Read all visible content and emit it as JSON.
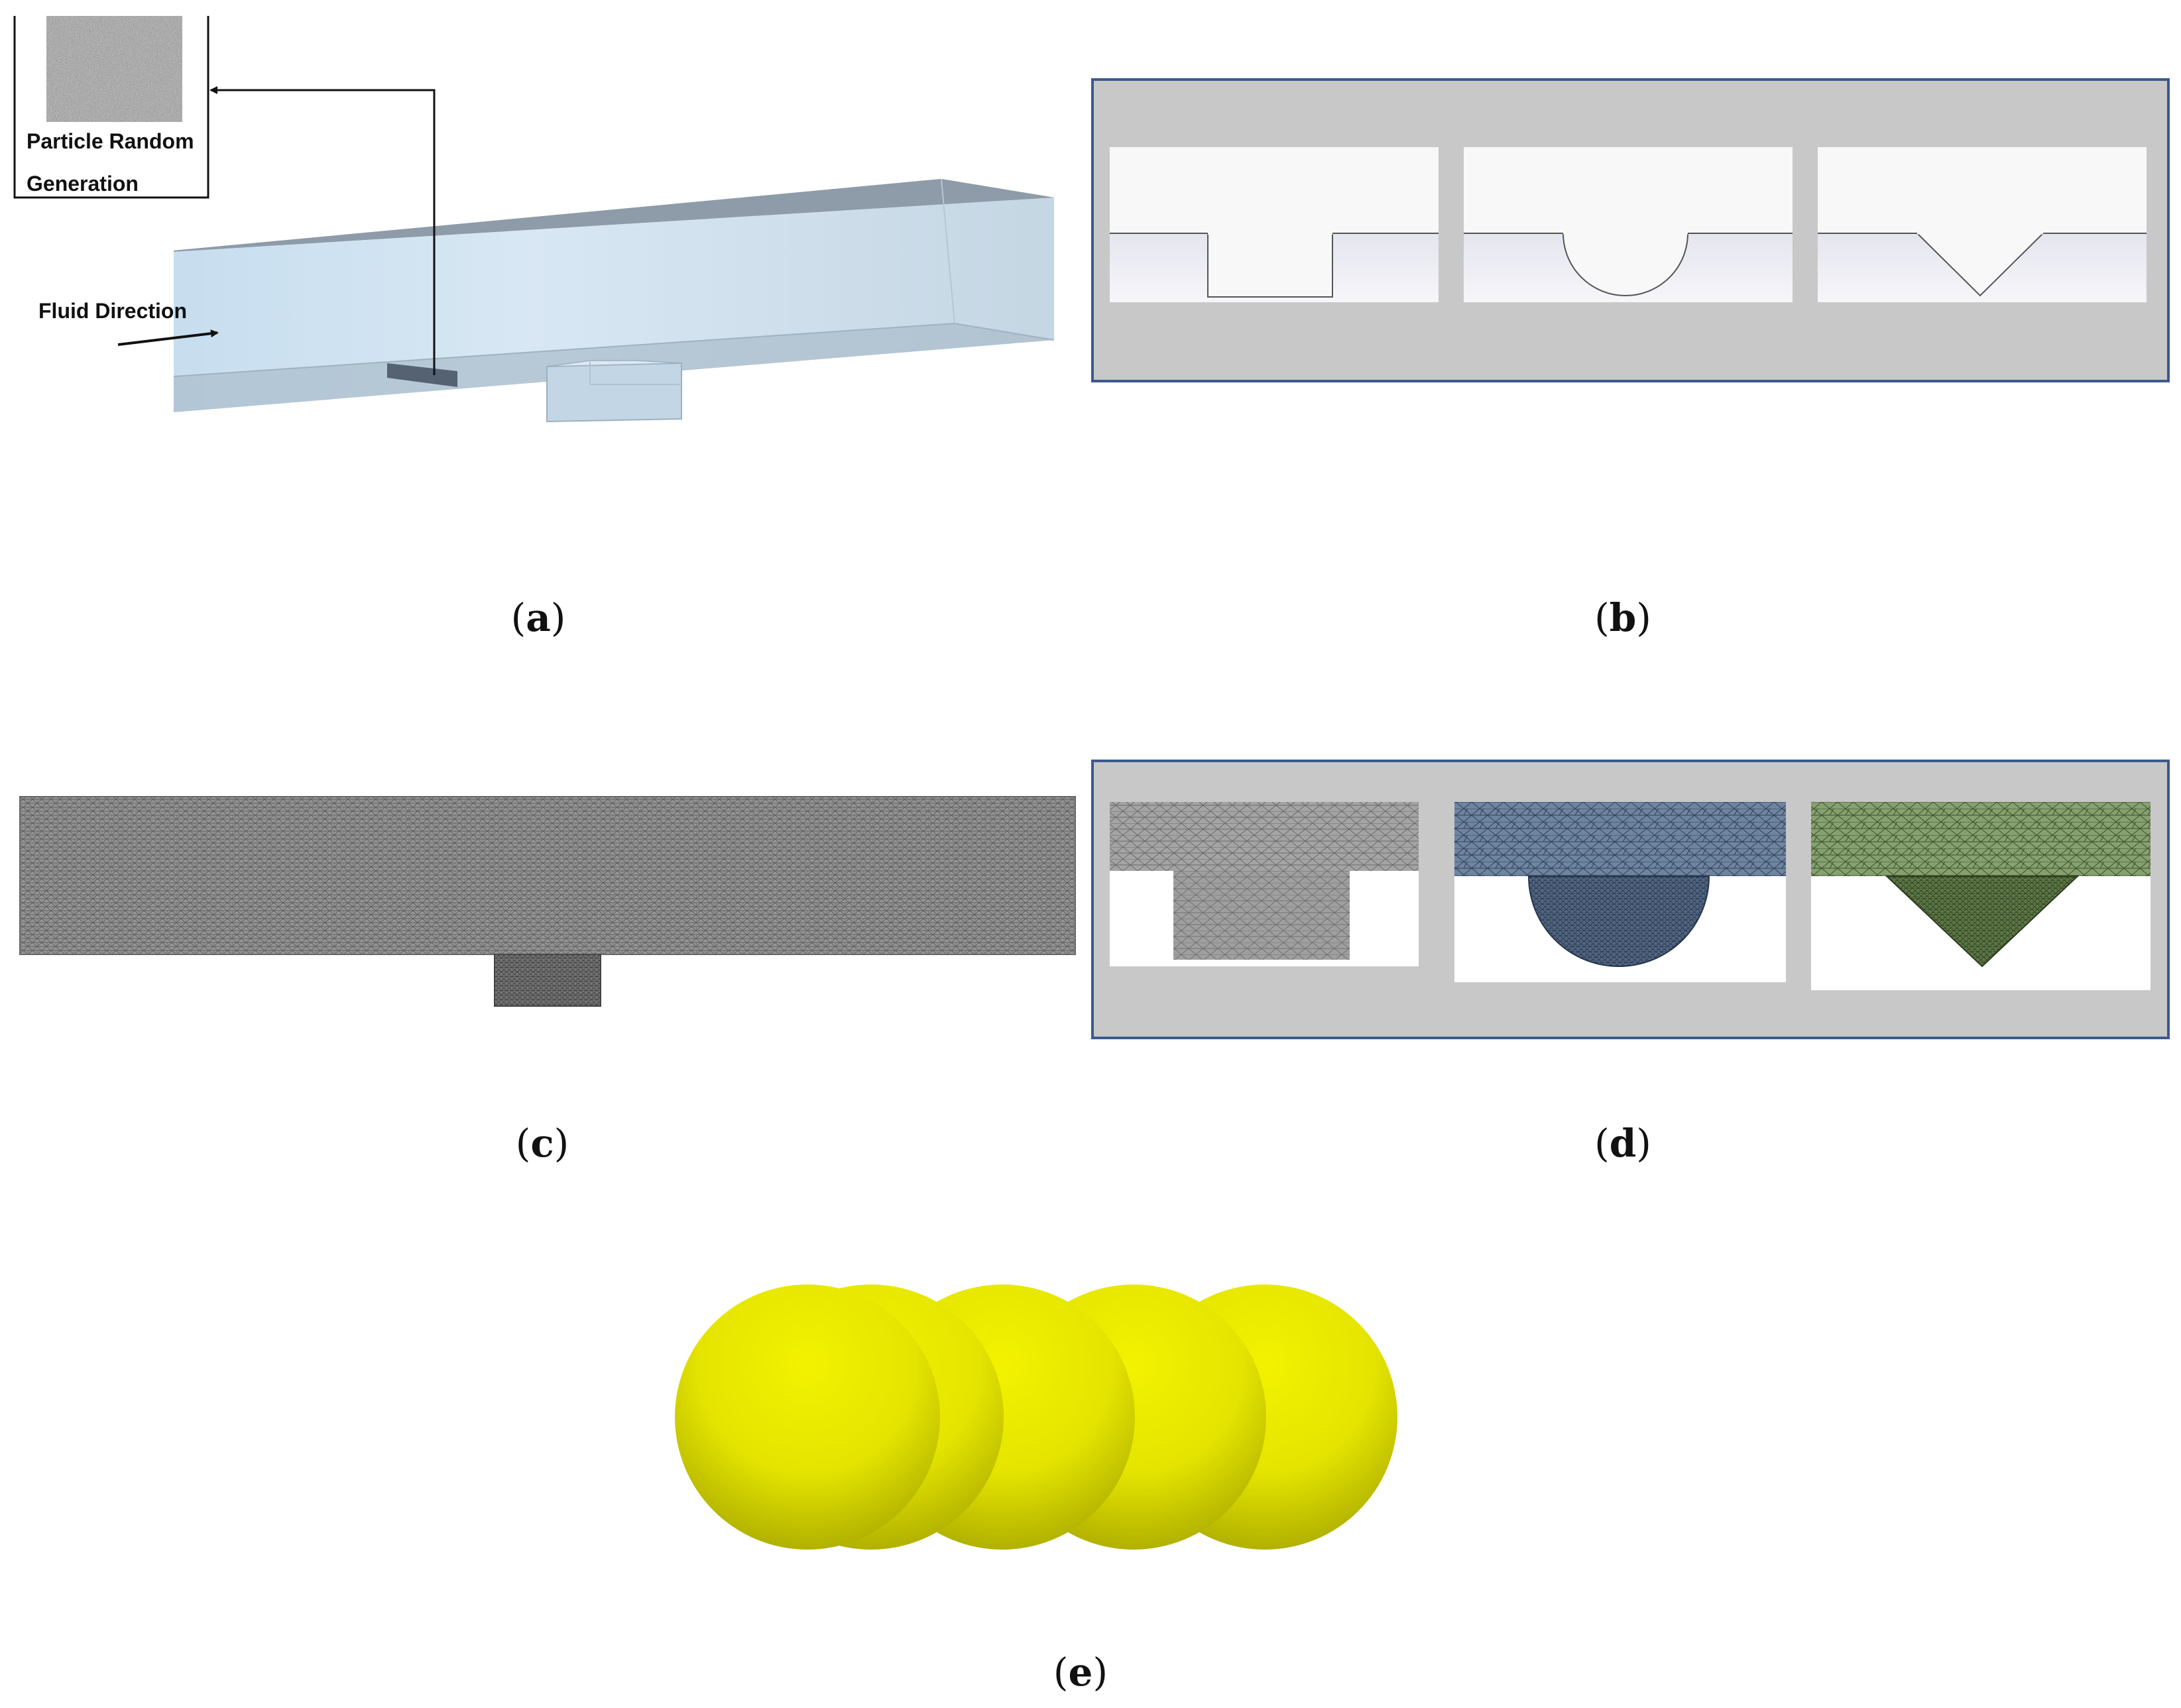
{
  "panel_a": {
    "inset_label_line1": "Particle Random",
    "inset_label_line2": "Generation",
    "flow_label": "Fluid Direction",
    "caption_open": "(",
    "caption_letter": "a",
    "caption_close": ")"
  },
  "panel_b": {
    "caption_open": "(",
    "caption_letter": "b",
    "caption_close": ")"
  },
  "panel_c": {
    "caption_open": "(",
    "caption_letter": "c",
    "caption_close": ")"
  },
  "panel_d": {
    "caption_open": "(",
    "caption_letter": "d",
    "caption_close": ")"
  },
  "panel_e": {
    "caption_open": "(",
    "caption_letter": "e",
    "caption_close": ")"
  },
  "colors": {
    "channel_fill": "#c9dcea",
    "channel_top": "#8d9ba8",
    "panel_bg": "#c8c8c8",
    "panel_border": "#3b5a8c",
    "mesh_gray": "#8a8a8a",
    "mesh_blue": "#5e7390",
    "mesh_green": "#6f8a5a",
    "particle_yellow": "#eaea00"
  }
}
